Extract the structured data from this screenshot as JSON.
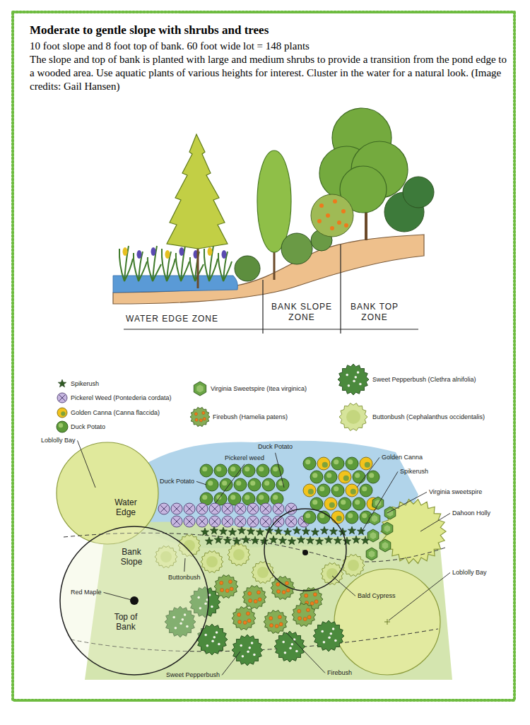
{
  "diagram": {
    "title": "Moderate to gentle slope with shrubs and trees",
    "labels": [
      "10 foot slope and 8 foot top of bank. 60 foot wide lot = 148 plants",
      "The slope and top of bank is planted with large and medium shrubs to provide a transition from the pond edge to a wooded area. Use aquatic plants of various heights for interest. Cluster in the water for a natural look. (Image credits: Gail Hansen)",
      "WATER EDGE ZONE",
      "BANK SLOPE ZONE",
      "BANK TOP ZONE",
      "Loblolly Bay",
      "Duck Potato",
      "Pickerel weed",
      "Duck Potato",
      "Golden Canna",
      "Spikerush",
      "Virginia sweetspire",
      "Dahoon Holly",
      "Water Edge",
      "Bank Slope",
      "Red Maple",
      "Top of Bank",
      "Buttonbush",
      "Loblolly Bay",
      "Bald Cypress",
      "Sweet Pepperbush",
      "Firebush"
    ],
    "legend": [
      {
        "text": "Spikerush"
      },
      {
        "text": "Pickerel Weed (Pontederia cordata)"
      },
      {
        "text": "Golden Canna (Canna flaccida)"
      },
      {
        "text": "Duck Potato"
      },
      {
        "text": "Virginia Sweetspire (Itea virginica)"
      },
      {
        "text": "Firebush (Hamelia patens)"
      },
      {
        "text": "Sweet Pepperbush (Clethra alnifolia)"
      },
      {
        "text": "Buttonbush (Cephalanthus occidentalis)"
      }
    ]
  }
}
